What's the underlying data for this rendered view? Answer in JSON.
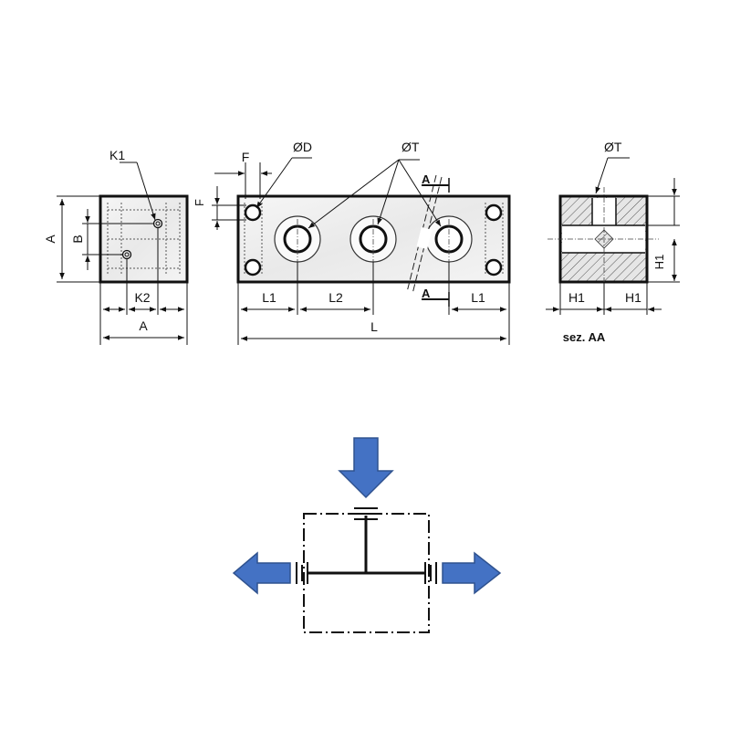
{
  "drawing": {
    "side_view": {
      "label_k1": "K1",
      "label_k2": "K2",
      "label_a_vertical": "A",
      "label_b": "B",
      "label_a_bottom": "A"
    },
    "front_view": {
      "label_f_top": "F",
      "label_f_side": "F",
      "label_d": "ØD",
      "label_t": "ØT",
      "label_section_top": "A",
      "label_section_bottom": "A",
      "label_l1_left": "L1",
      "label_l2": "L2",
      "label_l1_right": "L1",
      "label_l": "L"
    },
    "section_view": {
      "label_t": "ØT",
      "label_h1_left": "H1",
      "label_h1_right": "H1",
      "label_h1_vertical": "H1",
      "caption": "sez. AA"
    }
  },
  "schematic": {
    "arrow_color": "#4472c4",
    "arrow_stroke": "#2f528f",
    "flow": [
      "inlet-down",
      "outlet-left",
      "outlet-right"
    ]
  }
}
